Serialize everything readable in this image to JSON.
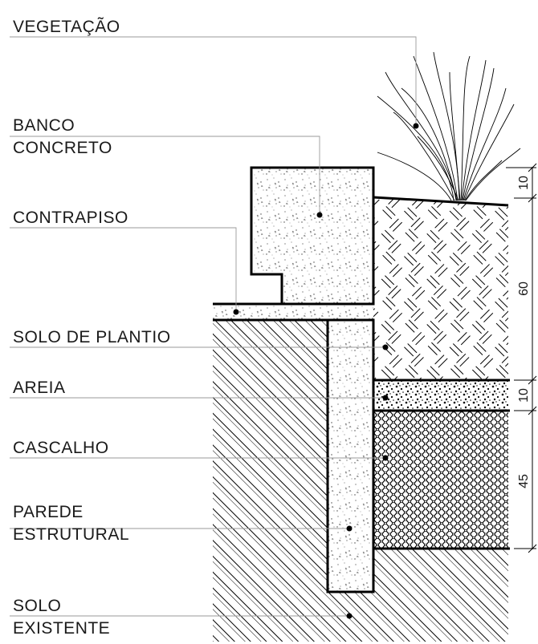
{
  "labels": {
    "vegetacao": "VEGETAÇÃO",
    "banco_line1": "BANCO",
    "banco_line2": "CONCRETO",
    "contrapiso": "CONTRAPISO",
    "solo_plantio": "SOLO DE PLANTIO",
    "areia": "AREIA",
    "cascalho": "CASCALHO",
    "parede_line1": "PAREDE",
    "parede_line2": "ESTRUTURAL",
    "solo_existente_line1": "SOLO",
    "solo_existente_line2": "EXISTENTE"
  },
  "dimensions": {
    "banco_height": "10",
    "soil_depth": "60",
    "sand_depth": "10",
    "gravel_depth": "45"
  }
}
